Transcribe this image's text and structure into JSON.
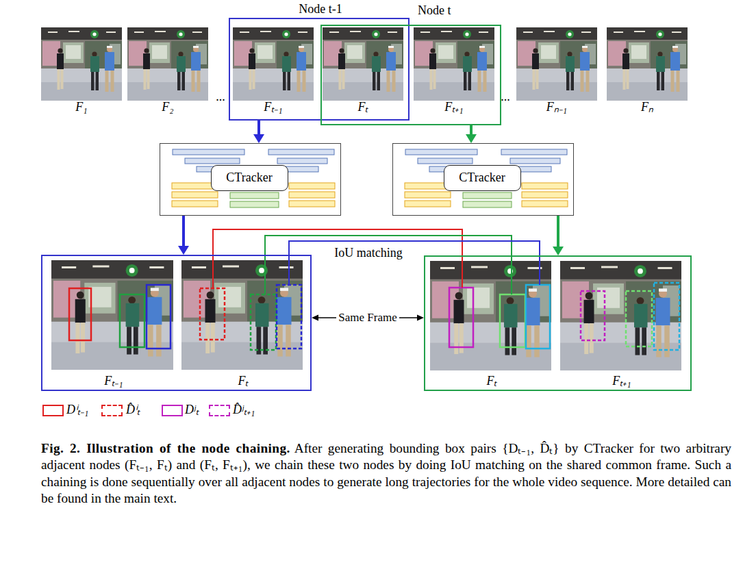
{
  "diagram": {
    "title": "Fig. 2. Illustration of the node chaining.",
    "caption": "After generating bounding box pairs {Dₜ₋₁, D̂ₜ} by CTracker for two arbitrary adjacent nodes (Fₜ₋₁, Fₜ) and (Fₜ, Fₜ₊₁), we chain these two nodes by doing IoU matching on the shared common frame. Such a chaining is done sequentially over all adjacent nodes to generate long trajectories for the whole video sequence. More detailed can be found in the main text.",
    "nodes": [
      {
        "text": [
          "Node t-1"
        ]
      },
      {
        "text": [
          "Node t"
        ]
      },
      {
        "text": [
          "CTracker"
        ]
      },
      {
        "text": [
          "CTracker"
        ]
      },
      {
        "text": [
          "Fₜ₋₁",
          "Fₜ"
        ]
      },
      {
        "text": [
          "Fₜ",
          "Fₜ₊₁"
        ]
      }
    ],
    "edges": [
      {
        "from": 0,
        "to": 2,
        "arrow": "to"
      },
      {
        "from": 1,
        "to": 3,
        "arrow": "to"
      },
      {
        "from": 2,
        "to": 4,
        "arrow": "to"
      },
      {
        "from": 3,
        "to": 5,
        "arrow": "to"
      },
      {
        "from": 4,
        "to": 5,
        "label": "Same Frame",
        "arrow": "both"
      }
    ],
    "labels": [
      "F₁",
      "F₂",
      "...",
      "Fₜ₋₁",
      "Fₜ",
      "Fₜ₊₁",
      "...",
      "Fₙ₋₁",
      "Fₙ",
      "IoU matching"
    ],
    "legend": [
      {
        "text": "Dⁱₜ₋₁"
      },
      {
        "text": "D̂ⁱₜ"
      },
      {
        "text": "Dʲₜ"
      },
      {
        "text": "D̂ʲₜ₊₁"
      }
    ]
  }
}
